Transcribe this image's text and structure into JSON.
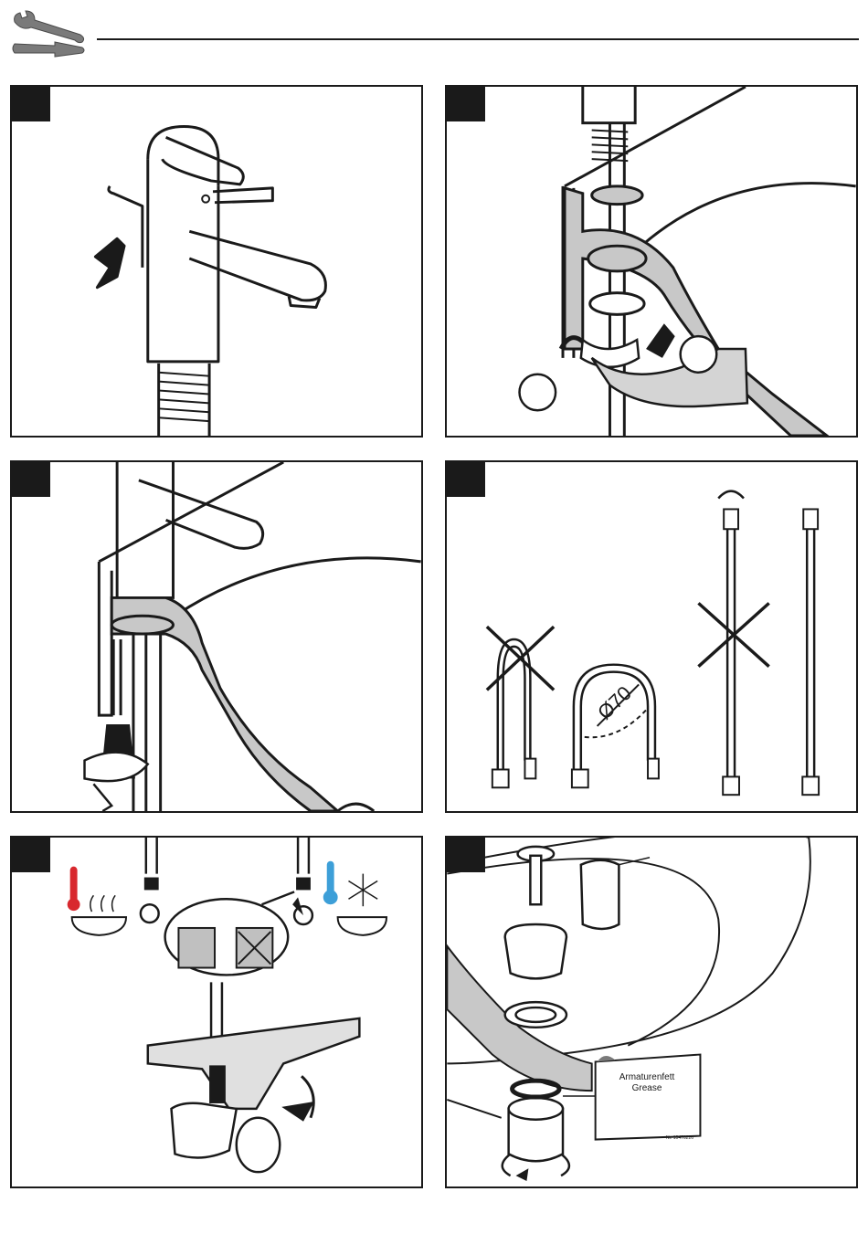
{
  "header": {
    "icon": "wrench-screwdriver-icon"
  },
  "panels": [
    {
      "id": 1,
      "subject": "faucet-lever-push-down"
    },
    {
      "id": 2,
      "subject": "mounting-ring-tighten"
    },
    {
      "id": 3,
      "subject": "screwdriver-fixing"
    },
    {
      "id": 4,
      "subject": "hose-bending"
    },
    {
      "id": 5,
      "subject": "hot-cold-connection"
    },
    {
      "id": 6,
      "subject": "drain-assembly"
    }
  ],
  "hose": {
    "diameter_label": "Ø70"
  },
  "grease": {
    "line1": "Armaturenfett",
    "line2": "Grease",
    "code": "Nr. 10476226"
  },
  "colors": {
    "ink": "#1a1a1a",
    "hot": "#d8282e",
    "cold": "#3d9fd8",
    "shade": "#c8c8c8"
  }
}
